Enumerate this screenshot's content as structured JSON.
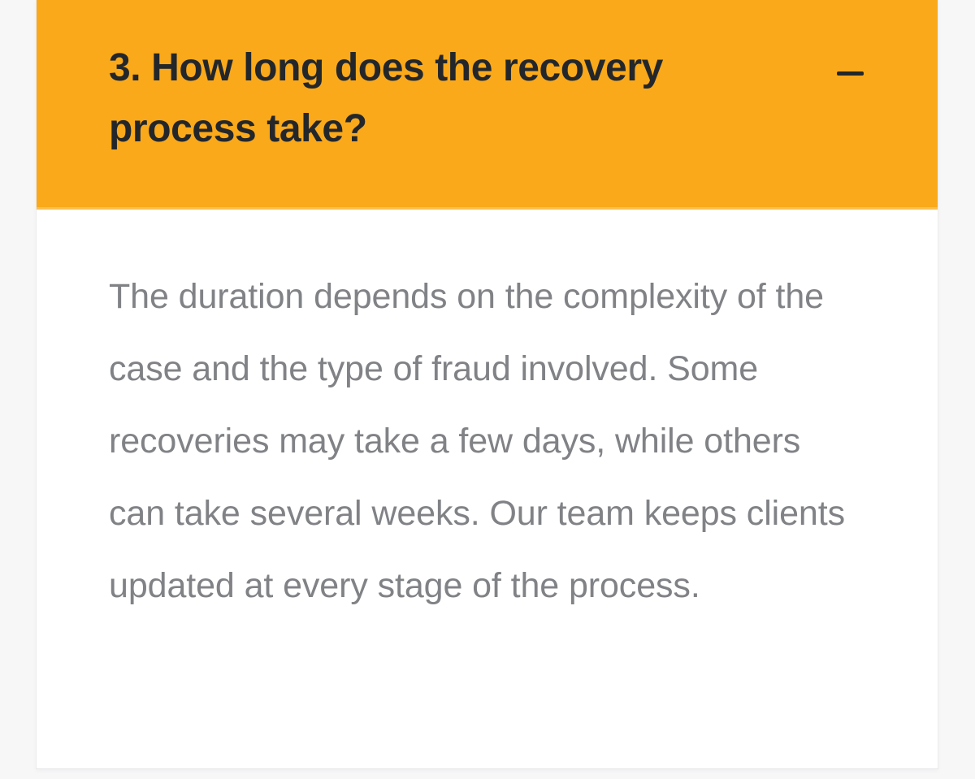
{
  "colors": {
    "page_background": "#f7f7f8",
    "card_background": "#ffffff",
    "header_accent": "#faa91a",
    "header_accent_line": "#fcbf4e",
    "header_text": "#23272b",
    "body_text": "#808286",
    "card_border": "#ececec"
  },
  "accordion": {
    "item_number": "3.",
    "title": "3. How long does the recovery process take?",
    "toggle_icon": "minus-icon",
    "toggle_state": "expanded",
    "body_text": "The duration depends on the complexity of the case and the type of fraud involved. Some recoveries may take a few days, while others can take several weeks. Our team keeps clients updated at every stage of the process."
  }
}
